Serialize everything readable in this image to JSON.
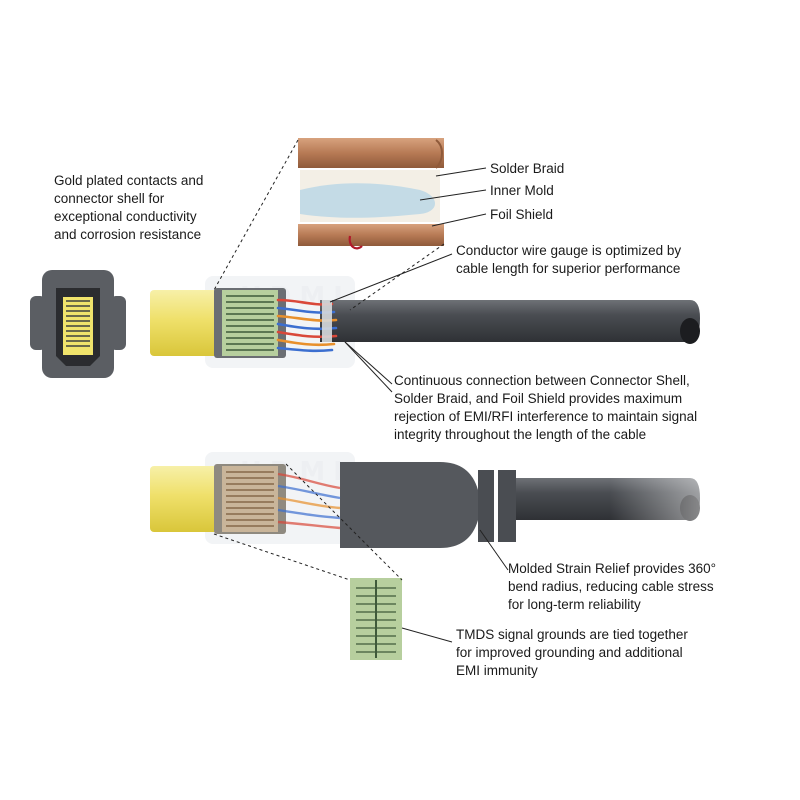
{
  "callouts": {
    "gold": [
      "Gold plated contacts and",
      "connector shell for",
      "exceptional conductivity",
      "and corrosion resistance"
    ],
    "solder_braid": "Solder Braid",
    "inner_mold": "Inner Mold",
    "foil_shield": "Foil Shield",
    "conductor": [
      "Conductor wire gauge is optimized by",
      "cable length for superior performance"
    ],
    "continuous": [
      "Continuous connection between Connector Shell,",
      "Solder Braid, and Foil Shield provides maximum",
      "rejection of EMI/RFI interference to maintain signal",
      "integrity throughout the length of the cable"
    ],
    "molded": [
      "Molded Strain Relief provides 360°",
      "bend radius, reducing cable stress",
      "for long-term reliability"
    ],
    "tmds": [
      "TMDS signal grounds are tied together",
      "for improved grounding and additional",
      "EMI immunity"
    ]
  },
  "colors": {
    "gold_plug": "#f2e46a",
    "cable_jacket": "#4a4d52",
    "shell_grey": "#5d6066",
    "pcb_green": "#b7cf9e",
    "copper_braid": "#b77a55",
    "inner_mold_blue": "#c4dbe6",
    "wire_red": "#d9483a",
    "wire_blue": "#3c6fd0",
    "wire_orange": "#e8902c"
  }
}
